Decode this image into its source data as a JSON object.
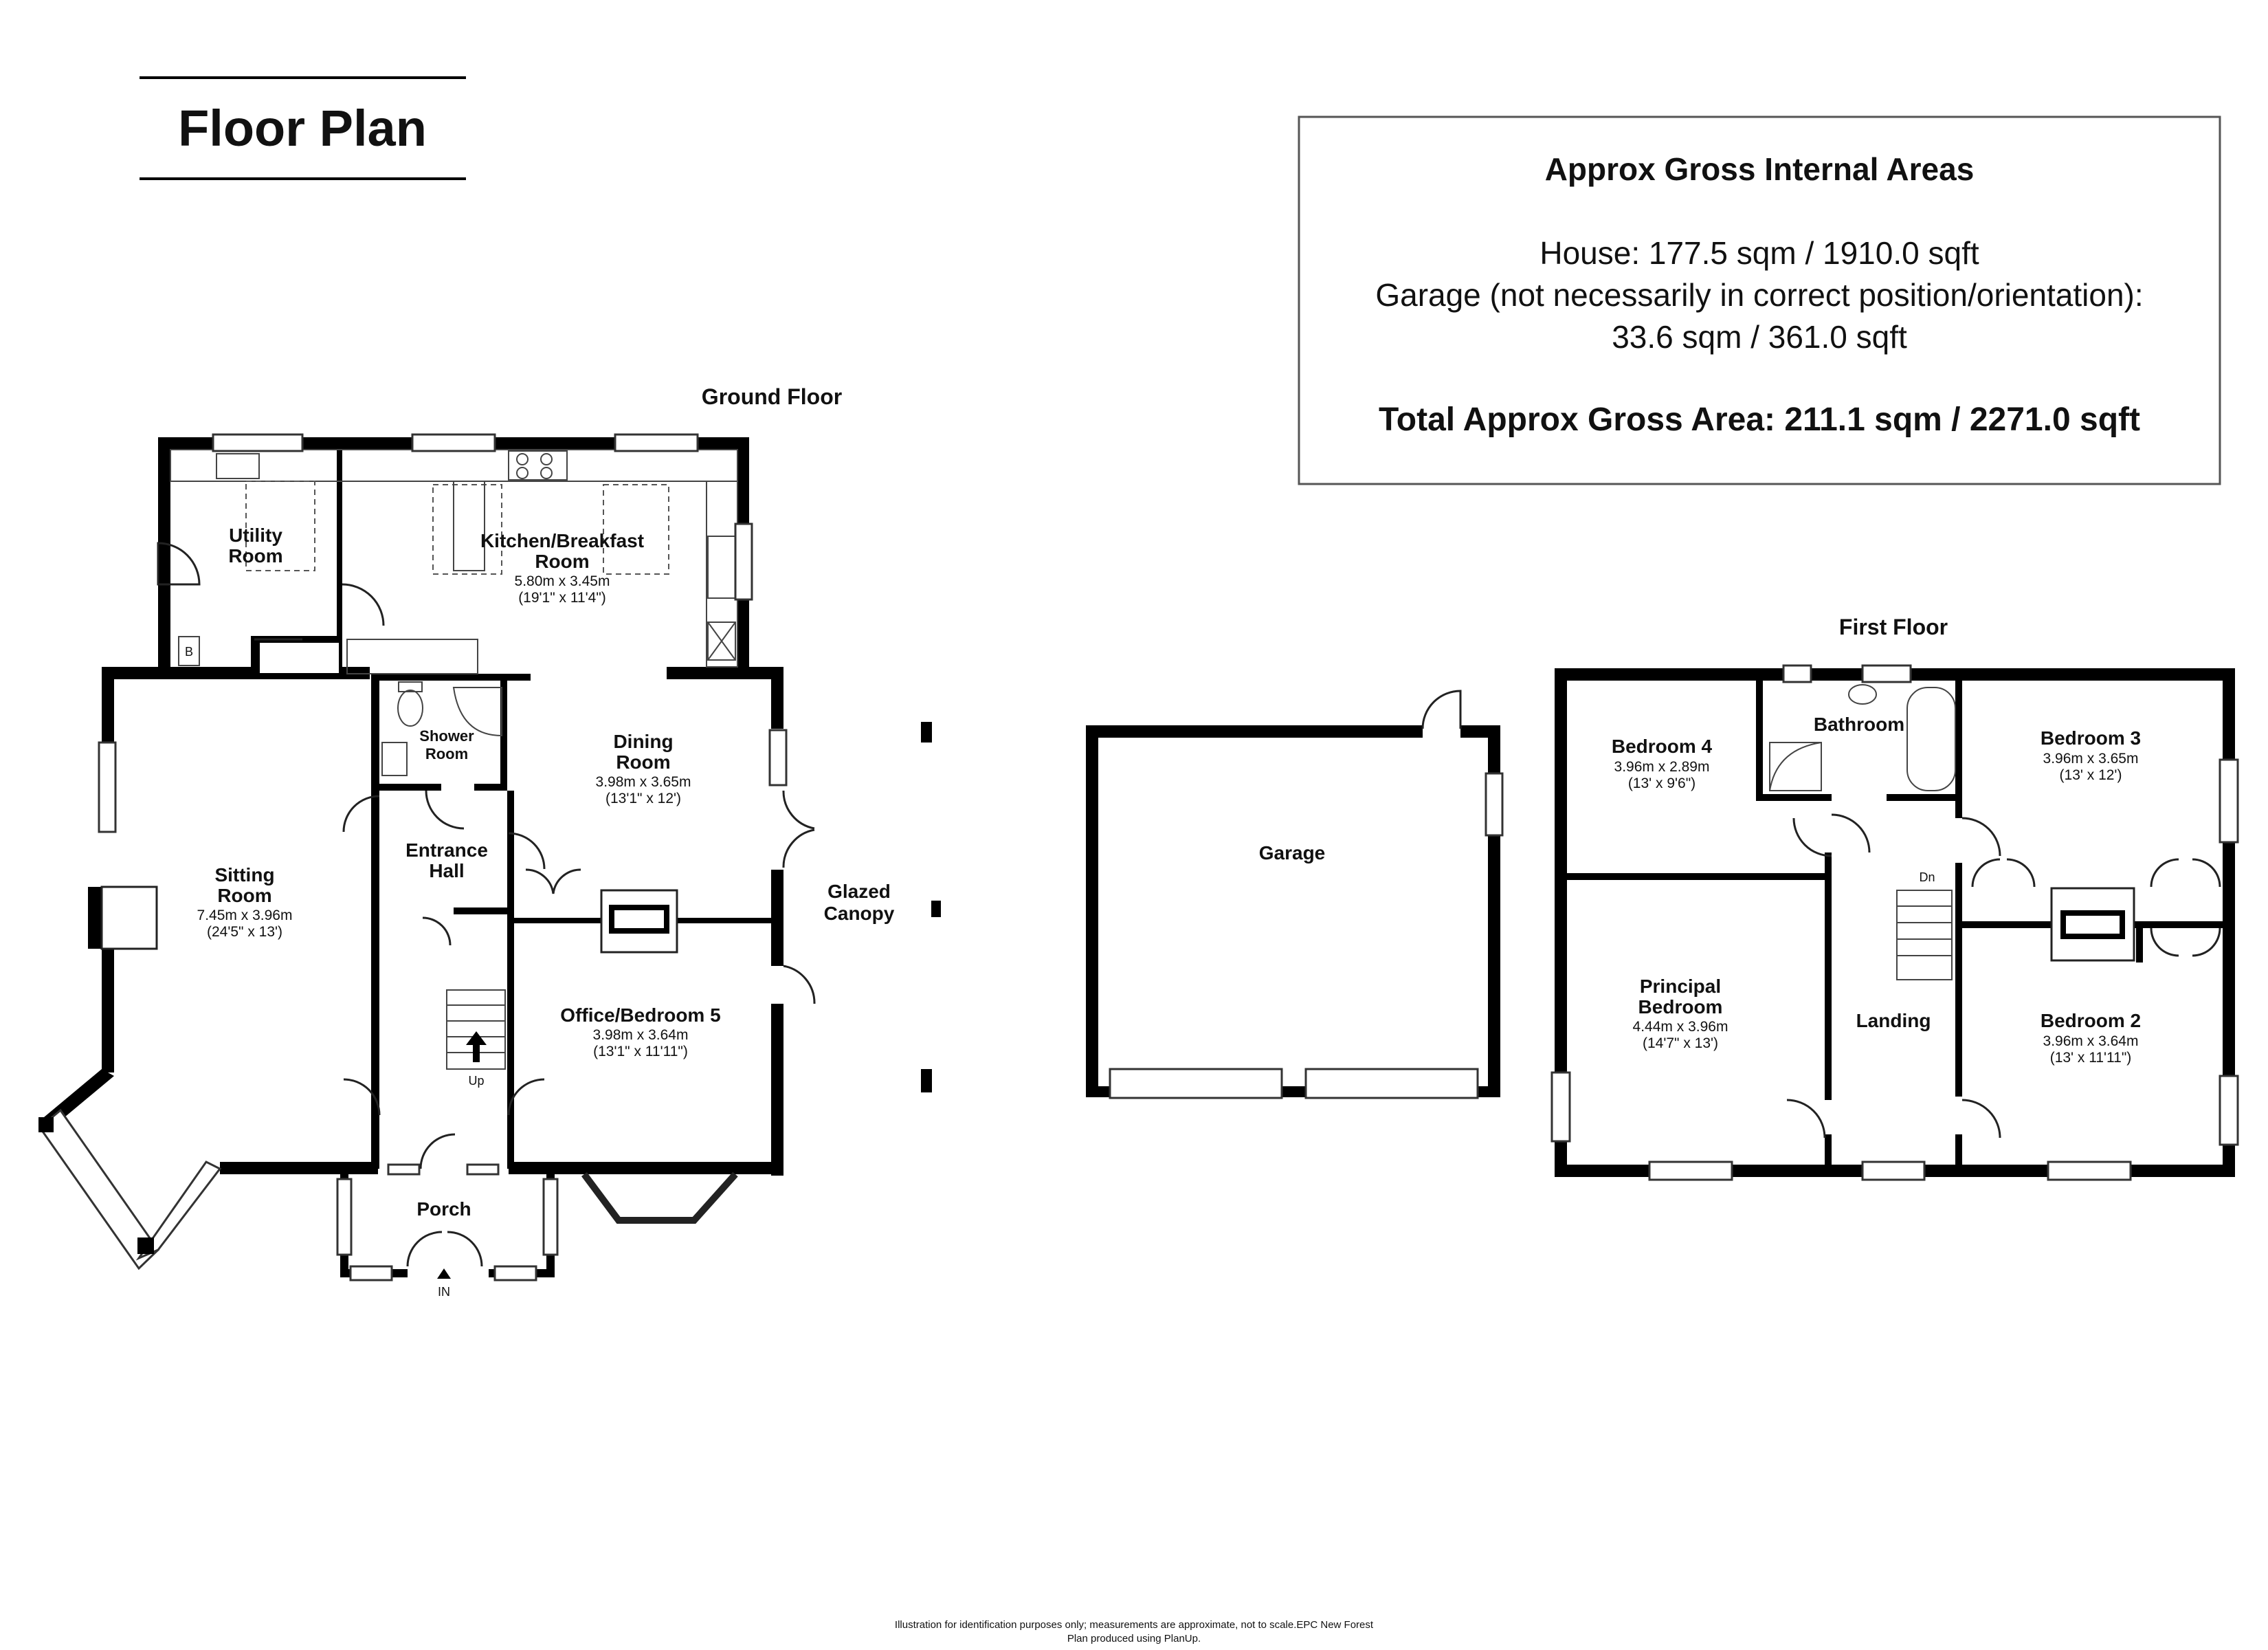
{
  "title": "Floor Plan",
  "areas": {
    "heading": "Approx Gross Internal Areas",
    "house": "House: 177.5 sqm / 1910.0 sqft",
    "garage_line1": "Garage (not necessarily in correct position/orientation):",
    "garage_line2": "33.6 sqm / 361.0 sqft",
    "total": "Total Approx Gross Area: 211.1 sqm / 2271.0 sqft"
  },
  "ground_floor": {
    "label": "Ground Floor",
    "utility": {
      "line1": "Utility",
      "line2": "Room"
    },
    "kitchen": {
      "line1": "Kitchen/Breakfast",
      "line2": "Room",
      "dim_m": "5.80m x 3.45m",
      "dim_ft": "(19'1\" x 11'4\")"
    },
    "shower": {
      "line1": "Shower",
      "line2": "Room"
    },
    "dining": {
      "line1": "Dining",
      "line2": "Room",
      "dim_m": "3.98m x 3.65m",
      "dim_ft": "(13'1\" x 12')"
    },
    "sitting": {
      "line1": "Sitting",
      "line2": "Room",
      "dim_m": "7.45m x 3.96m",
      "dim_ft": "(24'5\" x 13')"
    },
    "hall": {
      "line1": "Entrance",
      "line2": "Hall"
    },
    "office": {
      "line1": "Office/Bedroom 5",
      "dim_m": "3.98m x 3.64m",
      "dim_ft": "(13'1\" x 11'11\")"
    },
    "canopy": {
      "line1": "Glazed",
      "line2": "Canopy"
    },
    "porch": "Porch",
    "up": "Up",
    "in": "IN",
    "boiler": "B"
  },
  "garage": {
    "label": "Garage"
  },
  "first_floor": {
    "label": "First Floor",
    "bed4": {
      "name": "Bedroom 4",
      "dim_m": "3.96m x 2.89m",
      "dim_ft": "(13' x 9'6\")"
    },
    "bathroom": "Bathroom",
    "bed3": {
      "name": "Bedroom 3",
      "dim_m": "3.96m x 3.65m",
      "dim_ft": "(13' x 12')"
    },
    "principal": {
      "line1": "Principal",
      "line2": "Bedroom",
      "dim_m": "4.44m x 3.96m",
      "dim_ft": "(14'7\" x 13')"
    },
    "landing": "Landing",
    "dn": "Dn",
    "bed2": {
      "name": "Bedroom 2",
      "dim_m": "3.96m x 3.64m",
      "dim_ft": "(13' x 11'11\")"
    }
  },
  "footer": {
    "line1": "Illustration for identification purposes only; measurements are approximate, not to scale.EPC New Forest",
    "line2": "Plan produced using PlanUp."
  }
}
